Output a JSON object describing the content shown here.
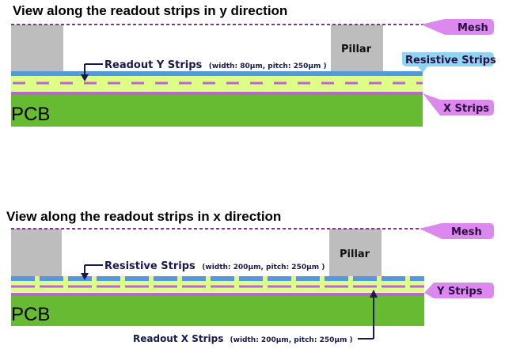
{
  "panel_top": {
    "title": "View along the readout strips in y direction",
    "pillar_label": "Pillar",
    "pcb_label": "PCB",
    "mesh_label": "Mesh",
    "resistive_label": "Resistive Strips",
    "x_strips_label": "X Strips",
    "readout_main": "Readout Y Strips",
    "readout_detail": "(width: 80µm, pitch: 250µm )"
  },
  "panel_bottom": {
    "title": "View along the readout strips in x direction",
    "pillar_label": "Pillar",
    "pcb_label": "PCB",
    "mesh_label": "Mesh",
    "y_strips_label": "Y Strips",
    "resistive_main": "Resistive Strips",
    "resistive_detail": "(width: 200µm, pitch: 250µm )",
    "readout_main": "Readout X Strips",
    "readout_detail": "(width: 200µm, pitch: 250µm )"
  },
  "colors": {
    "pcb": "#66bb33",
    "dielectric": "#ddff88",
    "resistive": "#5599dd",
    "strip": "#bb66cc",
    "pillar": "#bdbdbd",
    "tag": "#dd88ee",
    "tag_blue": "#8fd3f5",
    "mesh_line": "#7a3a8a",
    "arrow": "#1a1a4a"
  }
}
